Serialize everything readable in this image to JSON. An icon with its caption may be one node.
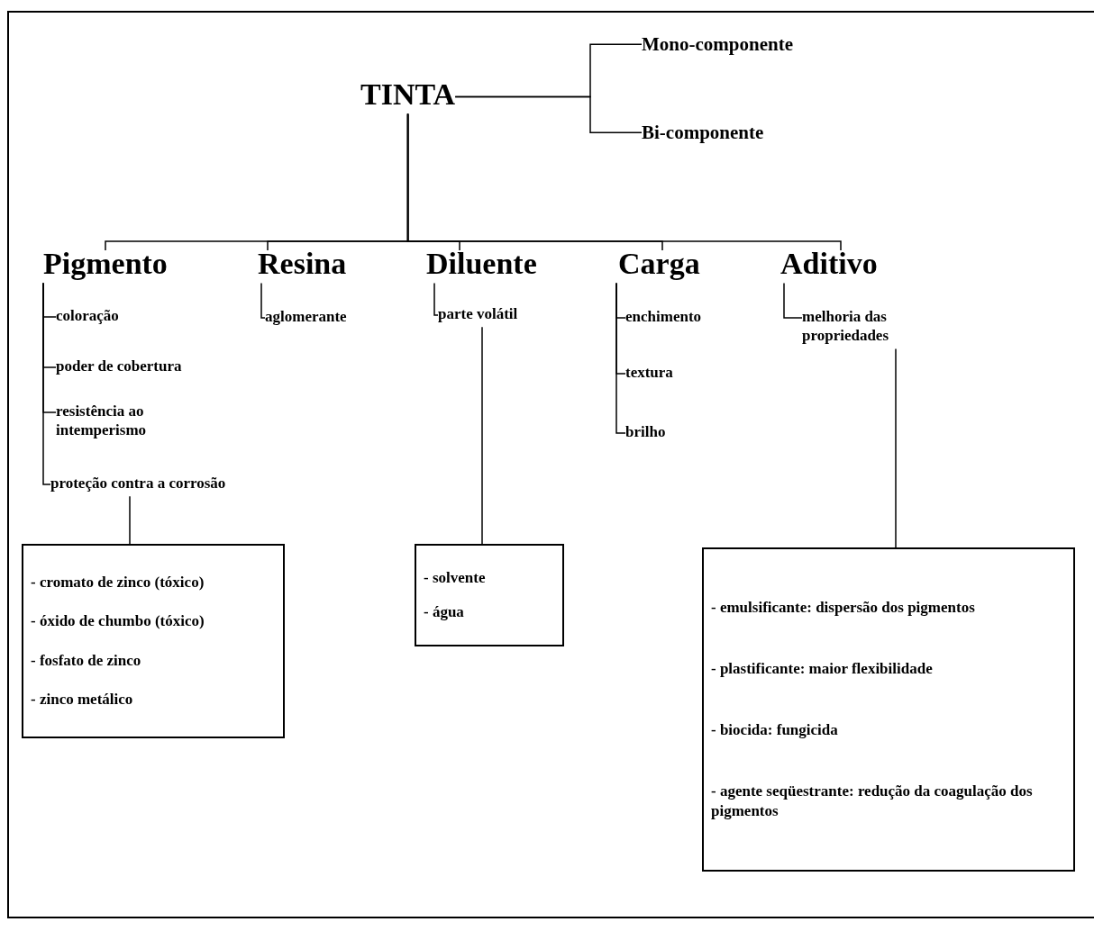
{
  "diagram": {
    "nodes": [
      {
        "text": [
          "TINTA"
        ]
      },
      {
        "text": [
          "Mono-componente"
        ]
      },
      {
        "text": [
          "Bi-componente"
        ]
      },
      {
        "text": [
          "Pigmento"
        ]
      },
      {
        "text": [
          "Resina"
        ]
      },
      {
        "text": [
          "Diluente"
        ]
      },
      {
        "text": [
          "Carga"
        ]
      },
      {
        "text": [
          "Aditivo"
        ]
      },
      {
        "text": [
          "coloração"
        ]
      },
      {
        "text": [
          "poder de cobertura"
        ]
      },
      {
        "text": [
          "resistência ao intemperismo"
        ]
      },
      {
        "text": [
          "proteção contra a corrosão"
        ]
      },
      {
        "text": [
          "- cromato de zinco (tóxico)",
          "- óxido de chumbo (tóxico)",
          "- fosfato de zinco",
          "- zinco metálico"
        ]
      },
      {
        "text": [
          "aglomerante"
        ]
      },
      {
        "text": [
          "parte volátil"
        ]
      },
      {
        "text": [
          "- solvente",
          "- água"
        ]
      },
      {
        "text": [
          "enchimento"
        ]
      },
      {
        "text": [
          "textura"
        ]
      },
      {
        "text": [
          "brilho"
        ]
      },
      {
        "text": [
          "melhoria das propriedades"
        ]
      },
      {
        "text": [
          "- emulsificante: dispersão dos pigmentos",
          "- plastificante: maior flexibilidade",
          "- biocida: fungicida",
          "- agente seqüestrante: redução da coagulação dos pigmentos"
        ]
      }
    ],
    "edges": [
      {
        "from": 0,
        "to": 1,
        "arrow": "none"
      },
      {
        "from": 0,
        "to": 2,
        "arrow": "none"
      },
      {
        "from": 0,
        "to": 3,
        "arrow": "none"
      },
      {
        "from": 0,
        "to": 4,
        "arrow": "none"
      },
      {
        "from": 0,
        "to": 5,
        "arrow": "none"
      },
      {
        "from": 0,
        "to": 6,
        "arrow": "none"
      },
      {
        "from": 0,
        "to": 7,
        "arrow": "none"
      },
      {
        "from": 3,
        "to": 8,
        "arrow": "none"
      },
      {
        "from": 3,
        "to": 9,
        "arrow": "none"
      },
      {
        "from": 3,
        "to": 10,
        "arrow": "none"
      },
      {
        "from": 3,
        "to": 11,
        "arrow": "none"
      },
      {
        "from": 11,
        "to": 12,
        "arrow": "none"
      },
      {
        "from": 4,
        "to": 13,
        "arrow": "none"
      },
      {
        "from": 5,
        "to": 14,
        "arrow": "none"
      },
      {
        "from": 14,
        "to": 15,
        "arrow": "none"
      },
      {
        "from": 6,
        "to": 16,
        "arrow": "none"
      },
      {
        "from": 6,
        "to": 17,
        "arrow": "none"
      },
      {
        "from": 6,
        "to": 18,
        "arrow": "none"
      },
      {
        "from": 7,
        "to": 19,
        "arrow": "none"
      },
      {
        "from": 19,
        "to": 20,
        "arrow": "none"
      }
    ]
  }
}
